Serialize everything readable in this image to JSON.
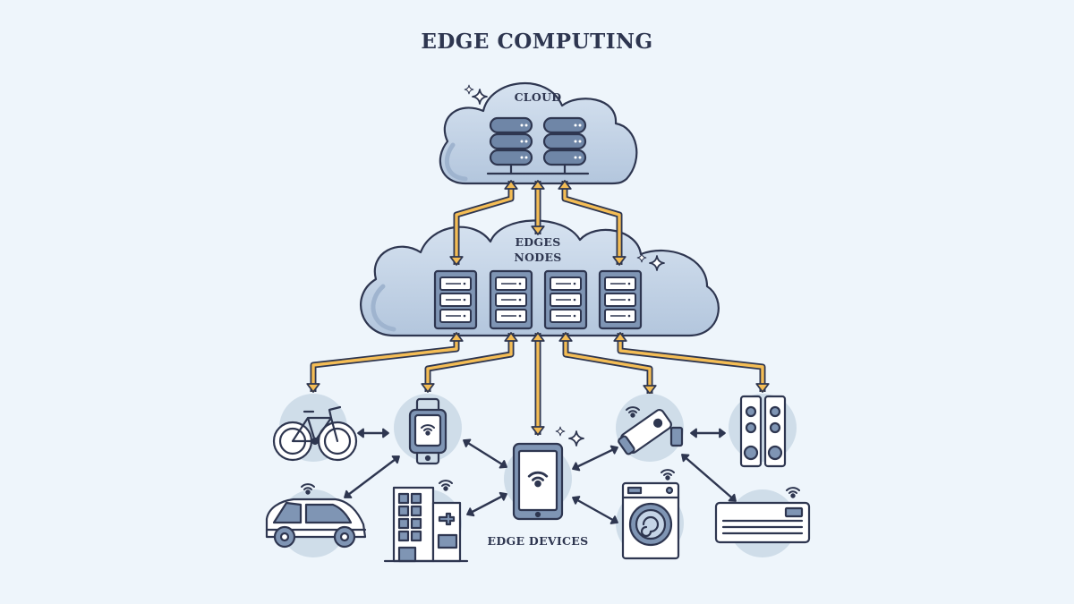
{
  "title": "EDGE COMPUTING",
  "labels": {
    "cloud": "CLOUD",
    "edges_line1": "EDGES",
    "edges_line2": "NODES",
    "edge_devices": "EDGE DEVICES"
  },
  "icons": [
    "database-icon",
    "server-rack-icon",
    "bicycle-icon",
    "smartwatch-icon",
    "car-icon",
    "building-icon",
    "tablet-icon",
    "security-camera-icon",
    "speakers-icon",
    "washing-machine-icon",
    "air-conditioner-icon",
    "wifi-icon",
    "sparkle-icon"
  ],
  "colors": {
    "background": "#eef5fb",
    "outline": "#2e3650",
    "cloud_fill": "#c5d4e6",
    "arrow": "#f4bd55",
    "circle": "#cfdde9"
  }
}
